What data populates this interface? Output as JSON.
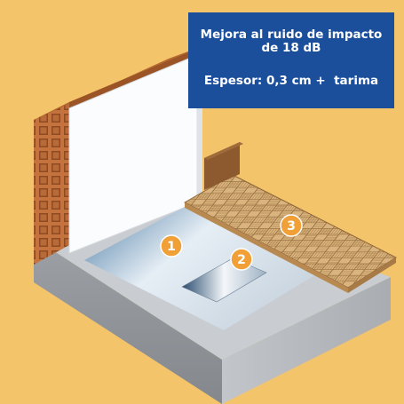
{
  "info_box": {
    "title": "Mejora al ruido de impacto\nde 18 dB",
    "thickness": "Espesor: 0,3 cm +  tarima"
  },
  "markers": [
    {
      "label": "1"
    },
    {
      "label": "2"
    },
    {
      "label": "3"
    }
  ],
  "colors": {
    "background": "#f3c46a",
    "info_box": "#1b4f9c",
    "marker": "#f0a036",
    "brick": "#c5733e",
    "concrete": "#b9bcbf",
    "parquet": "#d9b47e"
  }
}
